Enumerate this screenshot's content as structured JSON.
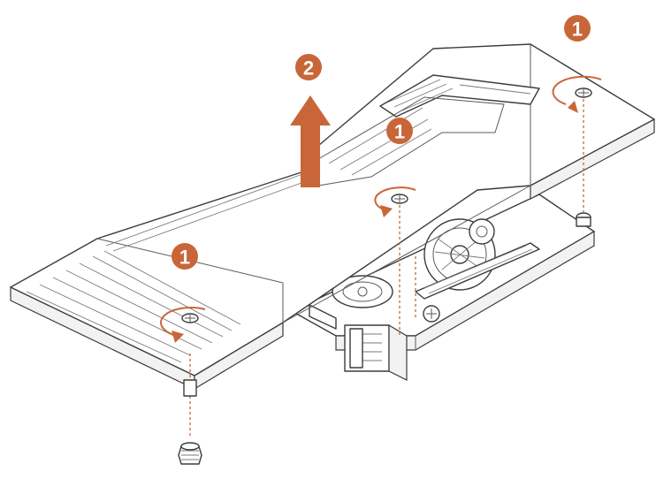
{
  "colors": {
    "accent": "#c8663a",
    "line": "#3c3c3c"
  },
  "steps": {
    "step_top_right": "1",
    "step_center": "1",
    "step_left": "1",
    "step_lift": "2"
  },
  "icons": {
    "rotate": "rotate-ccw-arrow-icon",
    "lift": "up-arrow-icon",
    "screw": "screw-icon",
    "standoff": "standoff-icon"
  }
}
